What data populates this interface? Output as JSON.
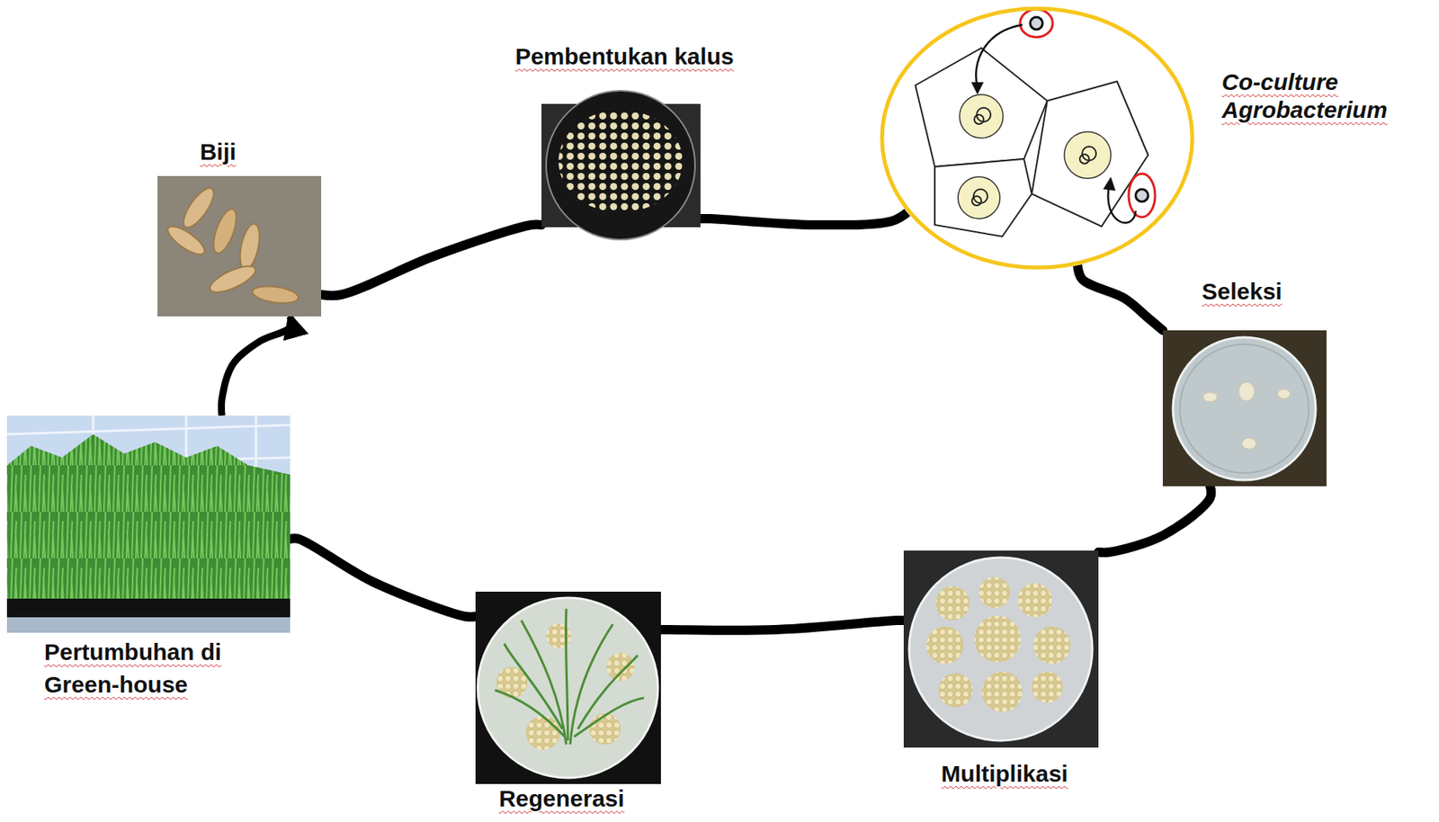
{
  "diagram": {
    "nodes": [
      {
        "text": [
          "Biji"
        ]
      },
      {
        "text": [
          "Pembentukan kalus"
        ]
      },
      {
        "text": [
          "Co-culture Agrobacterium"
        ]
      },
      {
        "text": [
          "Seleksi"
        ]
      },
      {
        "text": [
          "Multiplikasi"
        ]
      },
      {
        "text": [
          "Regenerasi"
        ]
      },
      {
        "text": [
          "Pertumbuhan di Green-house"
        ]
      }
    ],
    "edges": [
      {
        "from": 0,
        "to": 1,
        "arrow": "none"
      },
      {
        "from": 1,
        "to": 2,
        "arrow": "none"
      },
      {
        "from": 2,
        "to": 3,
        "arrow": "none"
      },
      {
        "from": 3,
        "to": 4,
        "arrow": "none"
      },
      {
        "from": 4,
        "to": 5,
        "arrow": "none"
      },
      {
        "from": 5,
        "to": 6,
        "arrow": "none"
      },
      {
        "from": 6,
        "to": 0,
        "arrow": "to"
      }
    ]
  }
}
